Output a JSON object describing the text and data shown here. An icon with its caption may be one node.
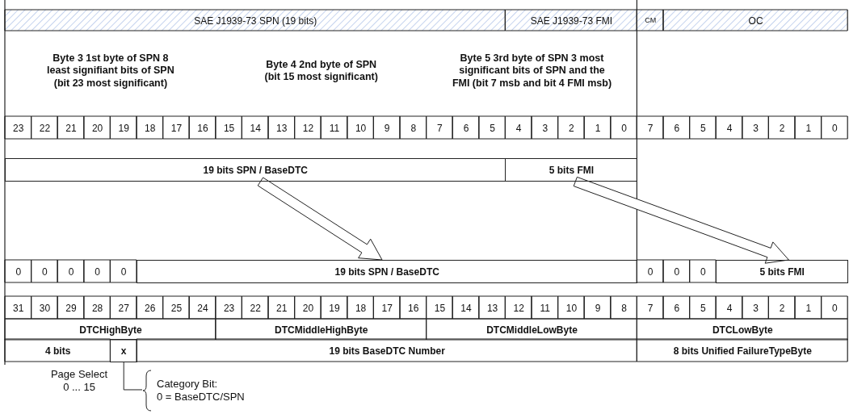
{
  "diagram": {
    "nodes": [
      {
        "text": [
          "19 bits SPN / BaseDTC"
        ]
      },
      {
        "text": [
          "5 bits FMI"
        ]
      },
      {
        "text": [
          "19 bits SPN / BaseDTC"
        ]
      },
      {
        "text": [
          "5 bits FMI"
        ]
      },
      {
        "text": [
          "x"
        ]
      },
      {
        "text": [
          "Category Bit: 0 = BaseDTC/SPN"
        ]
      }
    ],
    "edges": [
      {
        "from": 0,
        "to": 2,
        "arrow": "to"
      },
      {
        "from": 1,
        "to": 3,
        "arrow": "to"
      },
      {
        "from": 4,
        "to": 5,
        "arrow": "none"
      }
    ],
    "labels": [
      "SAE J1939-73 SPN (19 bits)",
      "SAE J1939-73 FMI",
      "CM",
      "OC",
      "Byte 3 1st byte of SPN 8 least signifiant bits of SPN (bit 23 most significant)",
      "Byte 4 2nd byte of SPN (bit 15 most significant)",
      "Byte 5 3rd byte of SPN 3 most significant bits of SPN and the FMI (bit 7 msb and bit 4 FMI msb)",
      "23",
      "22",
      "21",
      "20",
      "19",
      "18",
      "17",
      "16",
      "15",
      "14",
      "13",
      "12",
      "11",
      "10",
      "9",
      "8",
      "7",
      "6",
      "5",
      "4",
      "3",
      "2",
      "1",
      "0",
      "7",
      "6",
      "5",
      "4",
      "3",
      "2",
      "1",
      "0",
      "0",
      "0",
      "0",
      "0",
      "0",
      "0",
      "0",
      "0",
      "31",
      "30",
      "29",
      "28",
      "27",
      "26",
      "25",
      "24",
      "23",
      "22",
      "21",
      "20",
      "19",
      "18",
      "17",
      "16",
      "15",
      "14",
      "13",
      "12",
      "11",
      "10",
      "9",
      "8",
      "7",
      "6",
      "5",
      "4",
      "3",
      "2",
      "1",
      "0",
      "DTCHighByte",
      "DTCMiddleHighByte",
      "DTCMiddleLowByte",
      "DTCLowByte",
      "4 bits",
      "19 bits BaseDTC Number",
      "8 bits Unified FailureTypeByte",
      "Page Select 0 ... 15"
    ]
  }
}
